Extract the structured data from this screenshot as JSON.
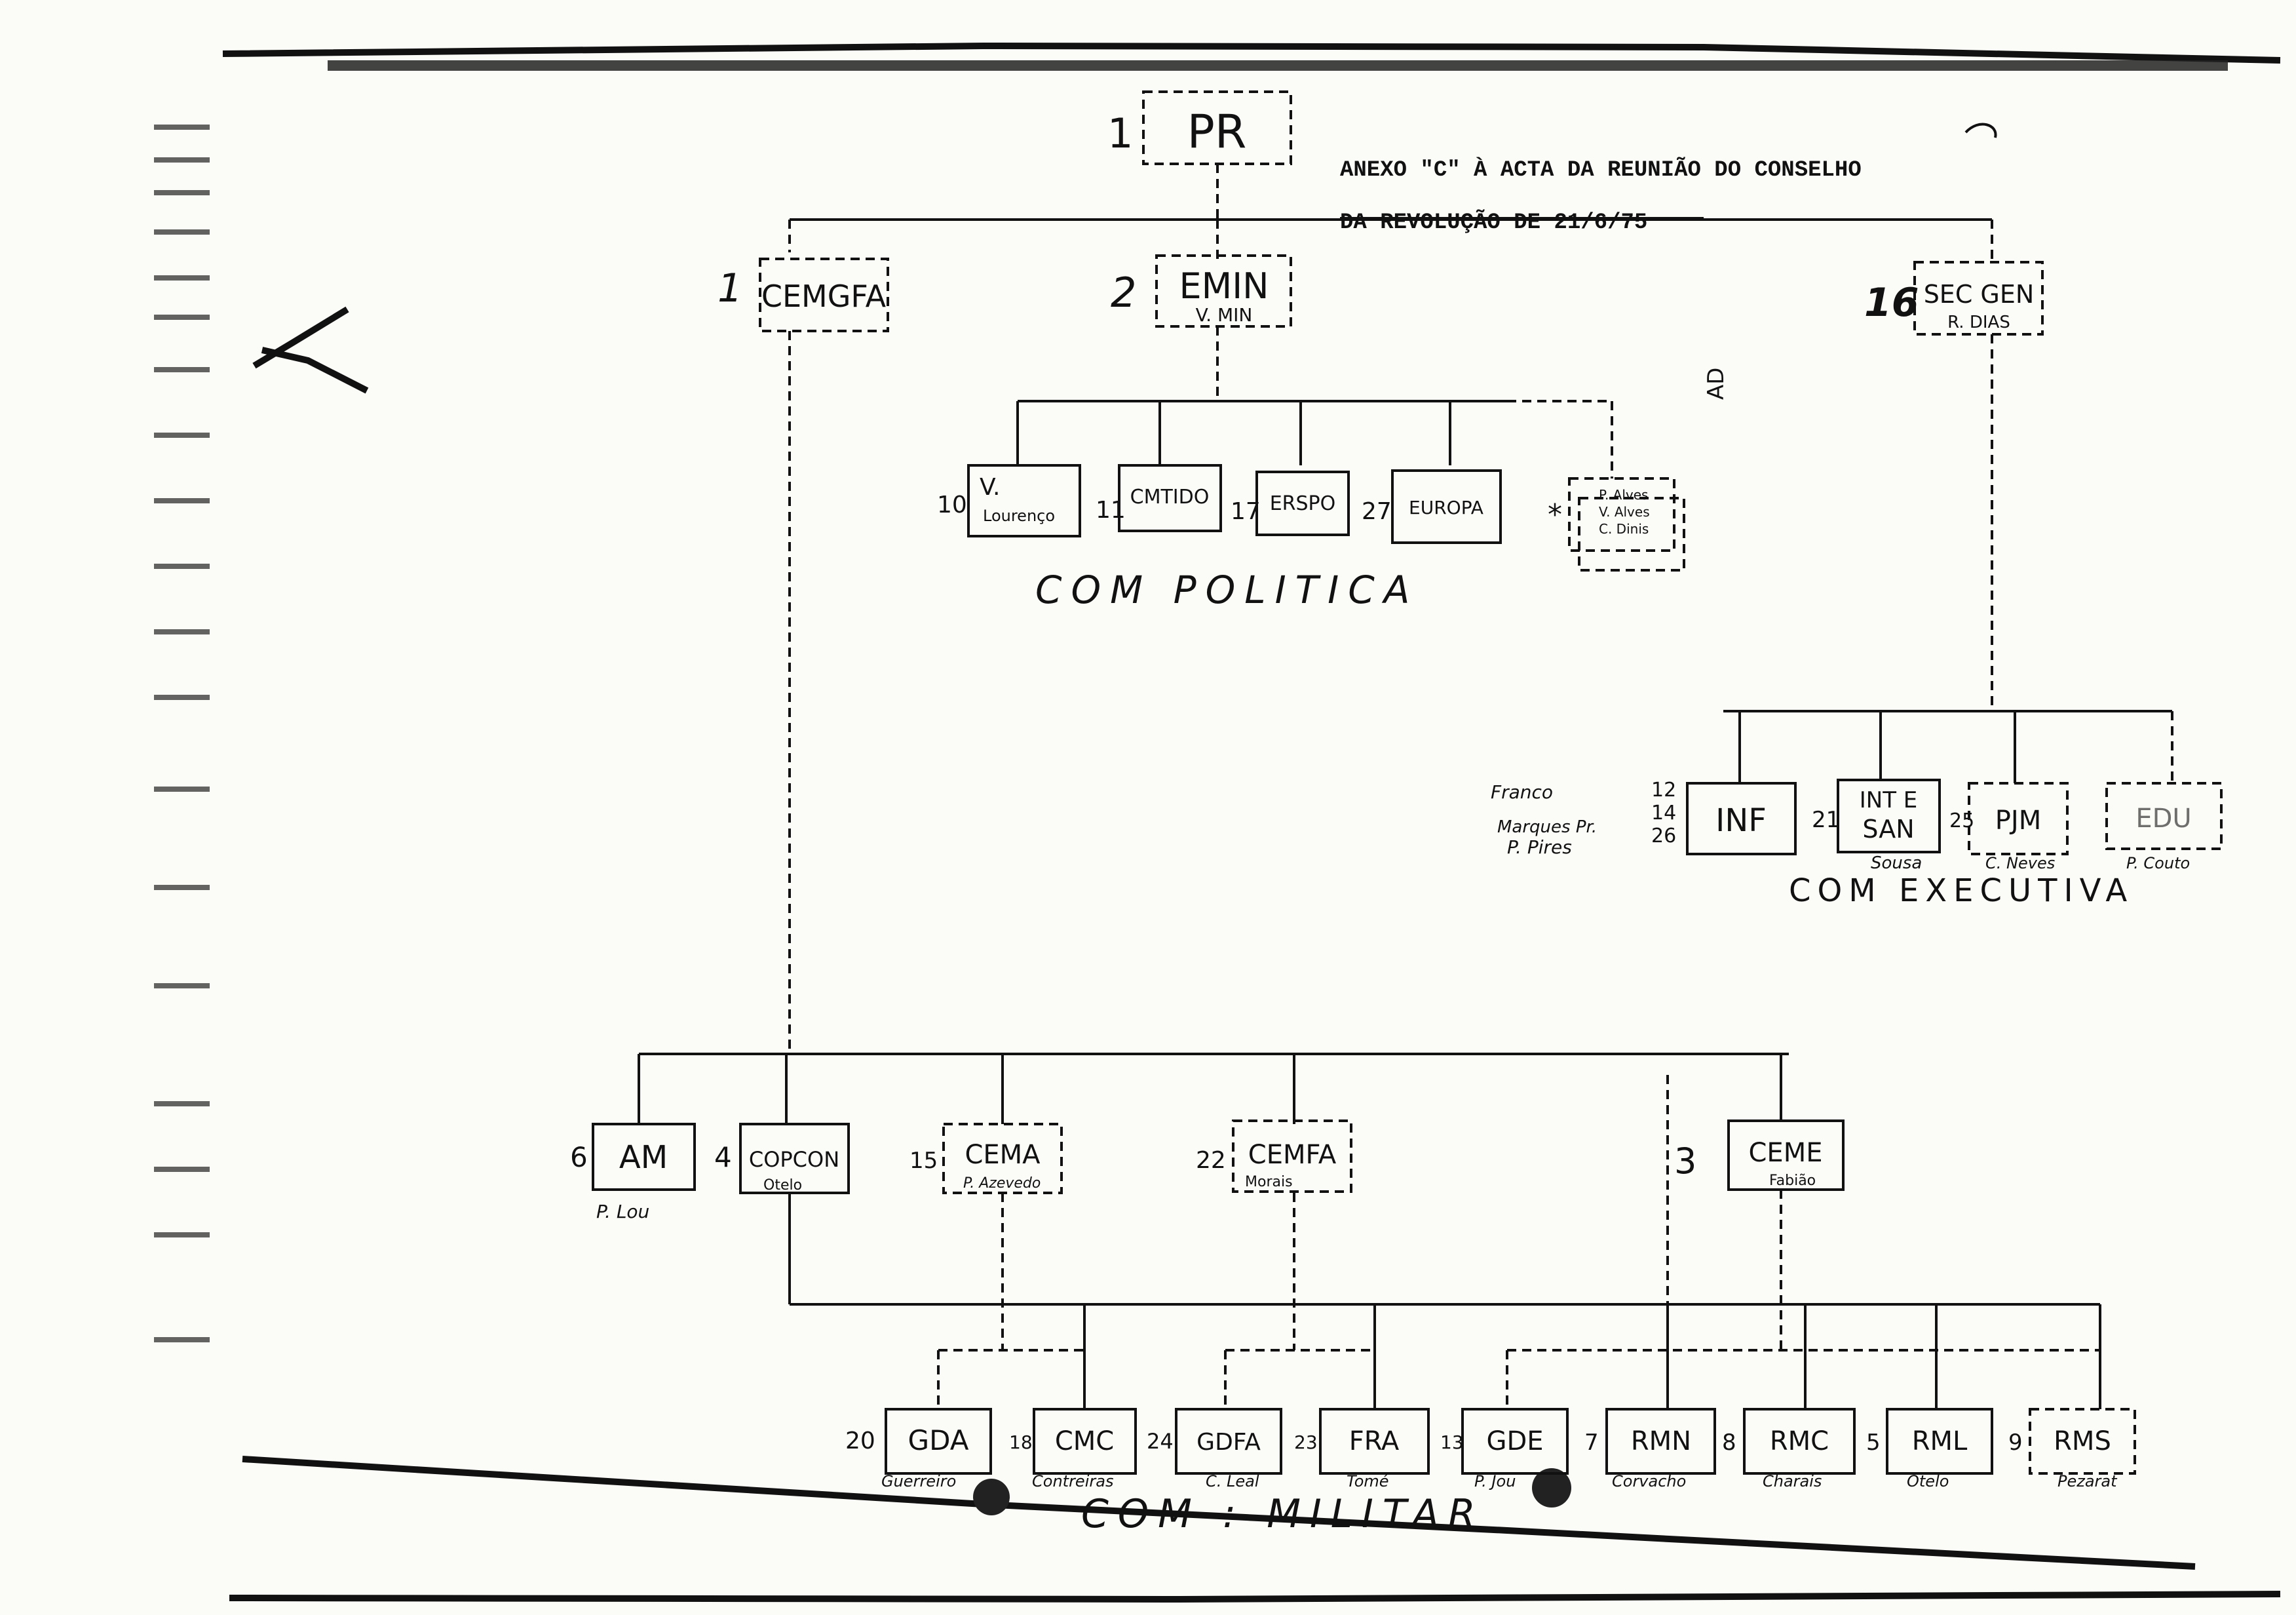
{
  "header": {
    "line1": "ANEXO \"C\" À ACTA DA REUNIÃO DO CONSELHO",
    "line2": "DA REVOLUÇÃO DE 21/6/75"
  },
  "nodes": {
    "pr": {
      "num": "1",
      "label": "PR"
    },
    "cemgfa": {
      "num": "1",
      "label": "CEMGFA"
    },
    "emin": {
      "num": "2",
      "label": "EMIN",
      "sub": "V. MIN"
    },
    "secgen": {
      "num": "16",
      "label": "SEC GEN",
      "sub": "R. DIAS"
    },
    "vlourenco": {
      "num": "10",
      "label": "V.",
      "sub": "Lourenço"
    },
    "cmtido": {
      "num": "11",
      "label": "CMTIDO"
    },
    "erspo": {
      "num": "17",
      "label": "ERSPO"
    },
    "europa": {
      "num": "27",
      "label": "EUROPA"
    },
    "dashed_list": {
      "num": "*",
      "line1": "P. Alves",
      "line2": "V. Alves",
      "line3": "C. Dinis"
    },
    "inf": {
      "num": "12\n14\n26",
      "label": "INF",
      "side1": "Franco",
      "side2": "Marques Pr.",
      "side3": "P. Pires"
    },
    "int_san": {
      "num": "21",
      "label1": "INT E",
      "label2": "SAN",
      "sub": "Sousa"
    },
    "pjm": {
      "num": "25",
      "label": "PJM",
      "sub": "C. Neves"
    },
    "edu": {
      "label": "EDU",
      "sub": "P. Couto"
    },
    "am": {
      "num": "6",
      "label": "AM",
      "sub": "P. Lou"
    },
    "copcon": {
      "num": "4",
      "label": "COPCON",
      "sub": "Otelo"
    },
    "cema": {
      "num": "15",
      "label": "CEMA",
      "sub": "P. Azevedo"
    },
    "cemfa": {
      "num": "22",
      "label": "CEMFA",
      "sub": "Morais"
    },
    "cemge": {
      "num": "3",
      "label": "CEME",
      "sub": "Fabião"
    },
    "gda": {
      "num": "20",
      "label": "GDA",
      "sub": "Guerreiro"
    },
    "cmc": {
      "num": "18",
      "label": "CMC",
      "sub": "Contreiras"
    },
    "gdfa": {
      "num": "24",
      "label": "GDFA",
      "sub": "C. Leal"
    },
    "fra": {
      "num": "23",
      "label": "FRA",
      "sub": "Tomé"
    },
    "gde": {
      "num": "13",
      "label": "GDE",
      "sub": "P. Jou"
    },
    "rmn": {
      "num": "7",
      "label": "RMN",
      "sub": "Corvacho"
    },
    "rmc": {
      "num": "8",
      "label": "RMC",
      "sub": "Charais"
    },
    "rml": {
      "num": "5",
      "label": "RML",
      "sub": "Otelo"
    },
    "rms": {
      "num": "9",
      "label": "RMS",
      "sub": "Pezarat"
    }
  },
  "annotations": {
    "com_politica": "COM POLITICA",
    "com_executiva": "COM EXECUTIVA",
    "com_militar": "COM : MILITAR",
    "side_mark": "AD",
    "corner_mark": "C"
  }
}
